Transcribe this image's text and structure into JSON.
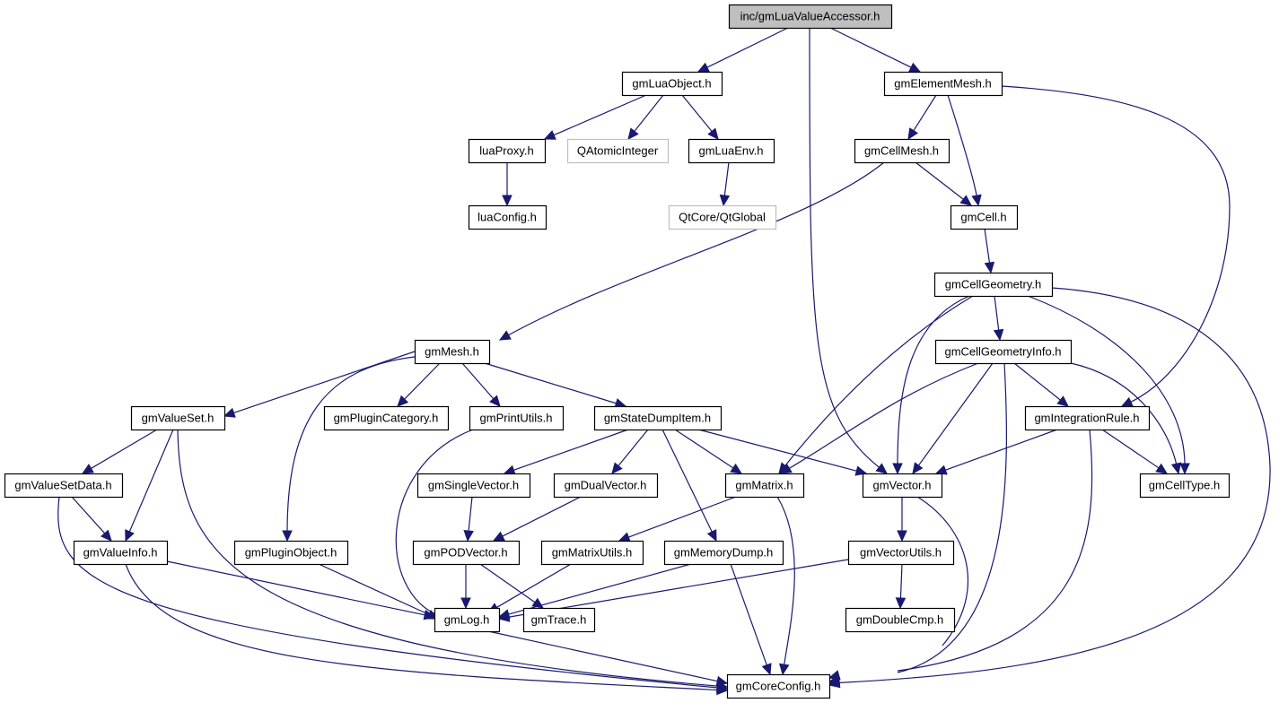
{
  "title": "inc/gmLuaValueAccessor.h",
  "colors": {
    "edge": "#191970",
    "root_fill": "#bfbfbf",
    "external_border": "#bfbfbf",
    "node_border": "#000000"
  },
  "nodes": [
    {
      "id": "root",
      "label": "inc/gmLuaValueAccessor.h",
      "kind": "root"
    },
    {
      "id": "gmLuaObject",
      "label": "gmLuaObject.h",
      "kind": "normal"
    },
    {
      "id": "gmElementMesh",
      "label": "gmElementMesh.h",
      "kind": "normal"
    },
    {
      "id": "luaProxy",
      "label": "luaProxy.h",
      "kind": "normal"
    },
    {
      "id": "QAtomicInteger",
      "label": "QAtomicInteger",
      "kind": "external"
    },
    {
      "id": "gmLuaEnv",
      "label": "gmLuaEnv.h",
      "kind": "normal"
    },
    {
      "id": "gmCellMesh",
      "label": "gmCellMesh.h",
      "kind": "normal"
    },
    {
      "id": "luaConfig",
      "label": "luaConfig.h",
      "kind": "normal"
    },
    {
      "id": "QtGlobal",
      "label": "QtCore/QtGlobal",
      "kind": "external"
    },
    {
      "id": "gmCell",
      "label": "gmCell.h",
      "kind": "normal"
    },
    {
      "id": "gmCellGeometry",
      "label": "gmCellGeometry.h",
      "kind": "normal"
    },
    {
      "id": "gmMesh",
      "label": "gmMesh.h",
      "kind": "normal"
    },
    {
      "id": "gmCellGeometryInfo",
      "label": "gmCellGeometryInfo.h",
      "kind": "normal"
    },
    {
      "id": "gmValueSet",
      "label": "gmValueSet.h",
      "kind": "normal"
    },
    {
      "id": "gmPluginCategory",
      "label": "gmPluginCategory.h",
      "kind": "normal"
    },
    {
      "id": "gmPrintUtils",
      "label": "gmPrintUtils.h",
      "kind": "normal"
    },
    {
      "id": "gmStateDumpItem",
      "label": "gmStateDumpItem.h",
      "kind": "normal"
    },
    {
      "id": "gmIntegrationRule",
      "label": "gmIntegrationRule.h",
      "kind": "normal"
    },
    {
      "id": "gmValueSetData",
      "label": "gmValueSetData.h",
      "kind": "normal"
    },
    {
      "id": "gmSingleVector",
      "label": "gmSingleVector.h",
      "kind": "normal"
    },
    {
      "id": "gmDualVector",
      "label": "gmDualVector.h",
      "kind": "normal"
    },
    {
      "id": "gmMatrix",
      "label": "gmMatrix.h",
      "kind": "normal"
    },
    {
      "id": "gmVector",
      "label": "gmVector.h",
      "kind": "normal"
    },
    {
      "id": "gmCellType",
      "label": "gmCellType.h",
      "kind": "normal"
    },
    {
      "id": "gmValueInfo",
      "label": "gmValueInfo.h",
      "kind": "normal"
    },
    {
      "id": "gmPluginObject",
      "label": "gmPluginObject.h",
      "kind": "normal"
    },
    {
      "id": "gmPODVector",
      "label": "gmPODVector.h",
      "kind": "normal"
    },
    {
      "id": "gmMatrixUtils",
      "label": "gmMatrixUtils.h",
      "kind": "normal"
    },
    {
      "id": "gmMemoryDump",
      "label": "gmMemoryDump.h",
      "kind": "normal"
    },
    {
      "id": "gmVectorUtils",
      "label": "gmVectorUtils.h",
      "kind": "normal"
    },
    {
      "id": "gmLog",
      "label": "gmLog.h",
      "kind": "normal"
    },
    {
      "id": "gmTrace",
      "label": "gmTrace.h",
      "kind": "normal"
    },
    {
      "id": "gmDoubleCmp",
      "label": "gmDoubleCmp.h",
      "kind": "normal"
    },
    {
      "id": "gmCoreConfig",
      "label": "gmCoreConfig.h",
      "kind": "normal"
    }
  ],
  "edges": [
    [
      "root",
      "gmLuaObject"
    ],
    [
      "root",
      "gmElementMesh"
    ],
    [
      "root",
      "gmVector"
    ],
    [
      "gmLuaObject",
      "luaProxy"
    ],
    [
      "gmLuaObject",
      "QAtomicInteger"
    ],
    [
      "gmLuaObject",
      "gmLuaEnv"
    ],
    [
      "luaProxy",
      "luaConfig"
    ],
    [
      "gmLuaEnv",
      "QtGlobal"
    ],
    [
      "gmElementMesh",
      "gmCellMesh"
    ],
    [
      "gmElementMesh",
      "gmCell"
    ],
    [
      "gmElementMesh",
      "gmIntegrationRule"
    ],
    [
      "gmCellMesh",
      "gmCell"
    ],
    [
      "gmCellMesh",
      "gmMesh"
    ],
    [
      "gmCell",
      "gmCellGeometry"
    ],
    [
      "gmCellGeometry",
      "gmCellGeometryInfo"
    ],
    [
      "gmCellGeometry",
      "gmMatrix"
    ],
    [
      "gmCellGeometry",
      "gmVector"
    ],
    [
      "gmCellGeometry",
      "gmCellType"
    ],
    [
      "gmCellGeometry",
      "gmCoreConfig"
    ],
    [
      "gmCellGeometryInfo",
      "gmIntegrationRule"
    ],
    [
      "gmCellGeometryInfo",
      "gmCellType"
    ],
    [
      "gmCellGeometryInfo",
      "gmMatrix"
    ],
    [
      "gmCellGeometryInfo",
      "gmVector"
    ],
    [
      "gmCellGeometryInfo",
      "gmCoreConfig"
    ],
    [
      "gmIntegrationRule",
      "gmVector"
    ],
    [
      "gmIntegrationRule",
      "gmCellType"
    ],
    [
      "gmIntegrationRule",
      "gmCoreConfig"
    ],
    [
      "gmMesh",
      "gmValueSet"
    ],
    [
      "gmMesh",
      "gmPluginCategory"
    ],
    [
      "gmMesh",
      "gmPrintUtils"
    ],
    [
      "gmMesh",
      "gmStateDumpItem"
    ],
    [
      "gmMesh",
      "gmPluginObject"
    ],
    [
      "gmValueSet",
      "gmValueSetData"
    ],
    [
      "gmValueSet",
      "gmValueInfo"
    ],
    [
      "gmValueSet",
      "gmCoreConfig"
    ],
    [
      "gmValueSetData",
      "gmValueInfo"
    ],
    [
      "gmValueSetData",
      "gmCoreConfig"
    ],
    [
      "gmValueInfo",
      "gmLog"
    ],
    [
      "gmValueInfo",
      "gmCoreConfig"
    ],
    [
      "gmPluginObject",
      "gmLog"
    ],
    [
      "gmPrintUtils",
      "gmLog"
    ],
    [
      "gmStateDumpItem",
      "gmSingleVector"
    ],
    [
      "gmStateDumpItem",
      "gmDualVector"
    ],
    [
      "gmStateDumpItem",
      "gmMatrix"
    ],
    [
      "gmStateDumpItem",
      "gmVector"
    ],
    [
      "gmStateDumpItem",
      "gmMemoryDump"
    ],
    [
      "gmSingleVector",
      "gmPODVector"
    ],
    [
      "gmDualVector",
      "gmPODVector"
    ],
    [
      "gmPODVector",
      "gmLog"
    ],
    [
      "gmPODVector",
      "gmTrace"
    ],
    [
      "gmMatrix",
      "gmMatrixUtils"
    ],
    [
      "gmMatrix",
      "gmCoreConfig"
    ],
    [
      "gmMatrixUtils",
      "gmLog"
    ],
    [
      "gmMemoryDump",
      "gmLog"
    ],
    [
      "gmMemoryDump",
      "gmCoreConfig"
    ],
    [
      "gmVector",
      "gmVectorUtils"
    ],
    [
      "gmVector",
      "gmCoreConfig"
    ],
    [
      "gmVectorUtils",
      "gmDoubleCmp"
    ],
    [
      "gmVectorUtils",
      "gmLog"
    ],
    [
      "gmLog",
      "gmCoreConfig"
    ]
  ]
}
